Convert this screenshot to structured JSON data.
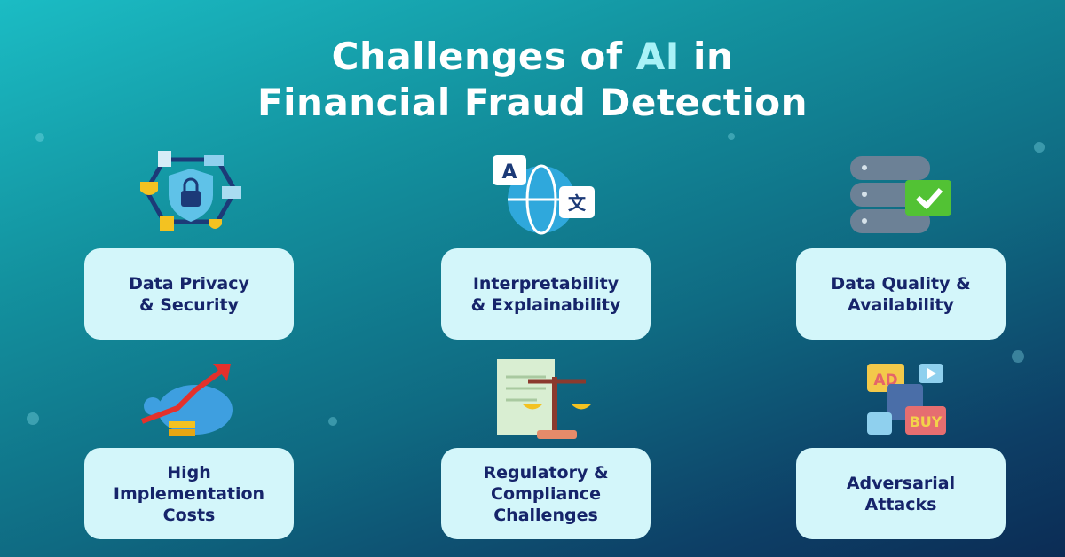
{
  "title": {
    "line1_pre": "Challenges of ",
    "line1_highlight": "AI",
    "line1_post": " in",
    "line2": "Financial Fraud Detection"
  },
  "challenges": [
    {
      "line1": "Data Privacy",
      "line2": "& Security",
      "icon": "security-shield-icon"
    },
    {
      "line1": "Interpretability",
      "line2": "& Explainability",
      "icon": "translate-globe-icon"
    },
    {
      "line1": "Data Quality &",
      "line2": "Availability",
      "icon": "database-check-icon"
    },
    {
      "line1": "High",
      "line2": "Implementation",
      "line3": "Costs",
      "icon": "piggy-bank-growth-icon"
    },
    {
      "line1": "Regulatory &",
      "line2": "Compliance",
      "line3": "Challenges",
      "icon": "scales-document-icon"
    },
    {
      "line1": "Adversarial",
      "line2": "Attacks",
      "icon": "adversarial-ads-icon"
    }
  ],
  "icon_text": {
    "translate_a": "A",
    "translate_zh": "文",
    "ad": "AD",
    "buy": "BUY"
  },
  "colors": {
    "card": "#d3f6fa",
    "card_text": "#16246a",
    "highlight": "#a8f2f7"
  }
}
